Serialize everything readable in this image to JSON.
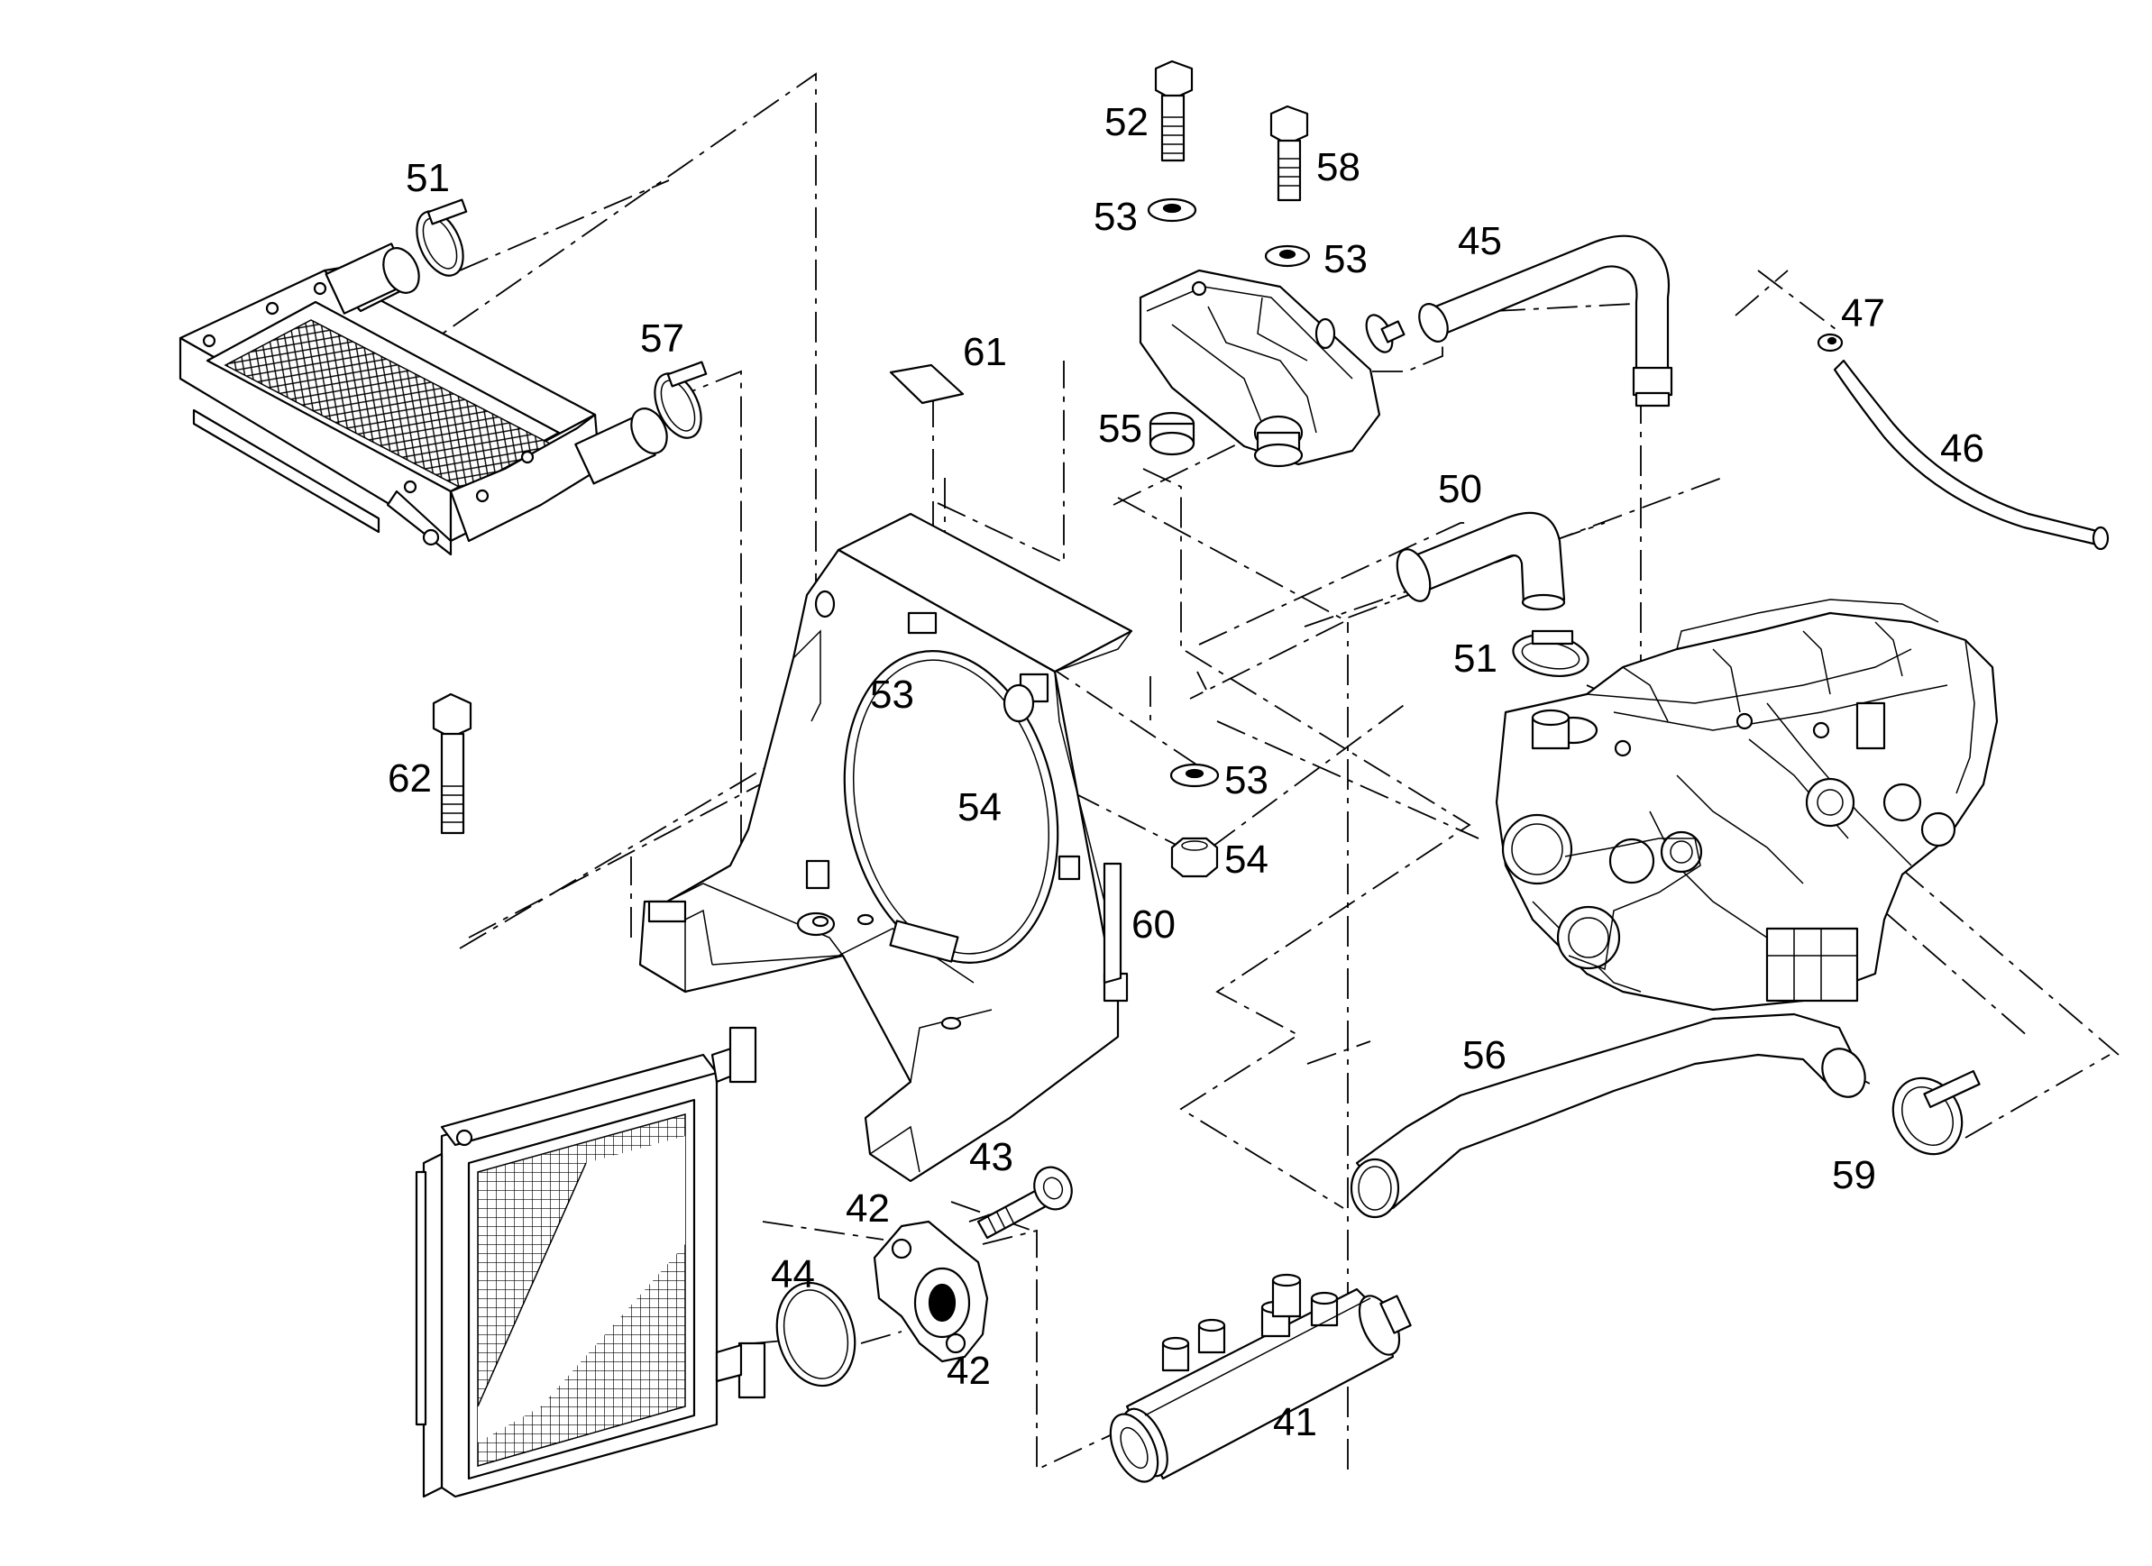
{
  "callouts": {
    "c41": "41",
    "c42a": "42",
    "c42b": "42",
    "c43": "43",
    "c44": "44",
    "c45": "45",
    "c46": "46",
    "c47": "47",
    "c50": "50",
    "c51a": "51",
    "c51b": "51",
    "c52": "52",
    "c53a": "53",
    "c53b": "53",
    "c53c": "53",
    "c53d": "53",
    "c54a": "54",
    "c54b": "54",
    "c55": "55",
    "c56": "56",
    "c57": "57",
    "c58": "58",
    "c59": "59",
    "c60": "60",
    "c61": "61",
    "c62": "62"
  }
}
